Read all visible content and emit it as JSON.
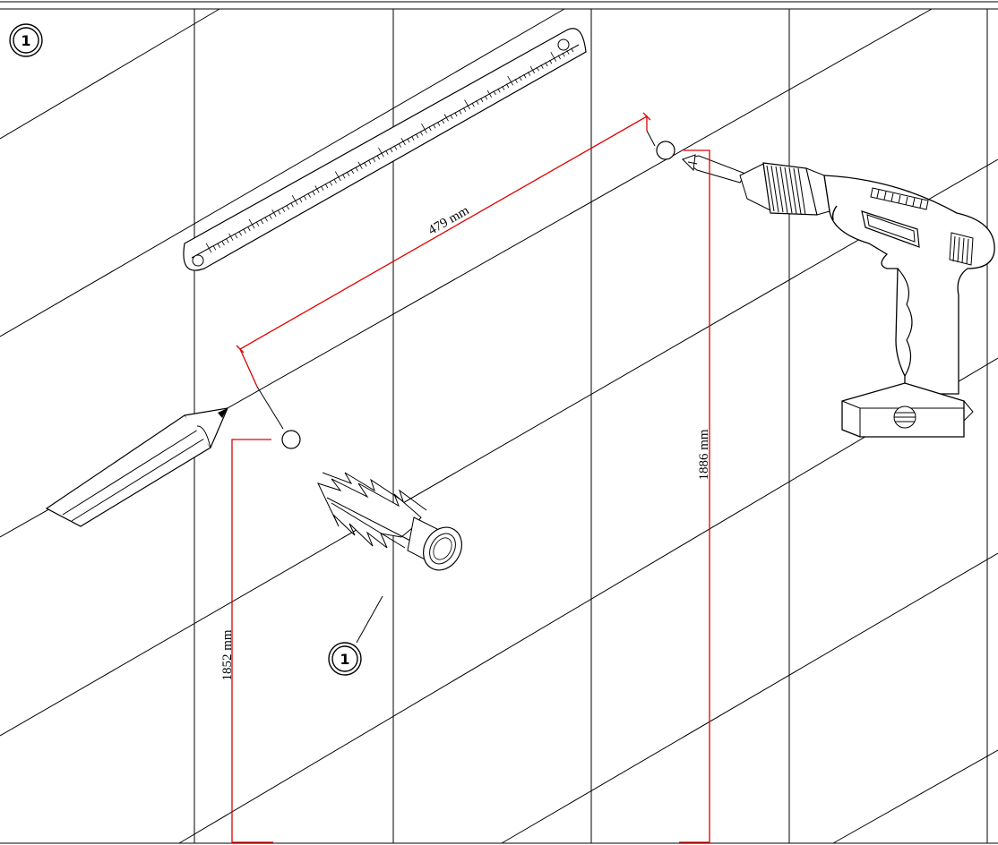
{
  "step_badge": "1",
  "callout_badge": "1",
  "dimensions": {
    "horizontal_spacing": "479 mm",
    "left_hole_height": "1852 mm",
    "right_hole_height": "1886 mm"
  },
  "tools": [
    "ruler-icon",
    "pencil-icon",
    "drill-icon",
    "wall-plug-icon"
  ],
  "colors": {
    "dimension": "#e00000",
    "lines": "#000000"
  }
}
